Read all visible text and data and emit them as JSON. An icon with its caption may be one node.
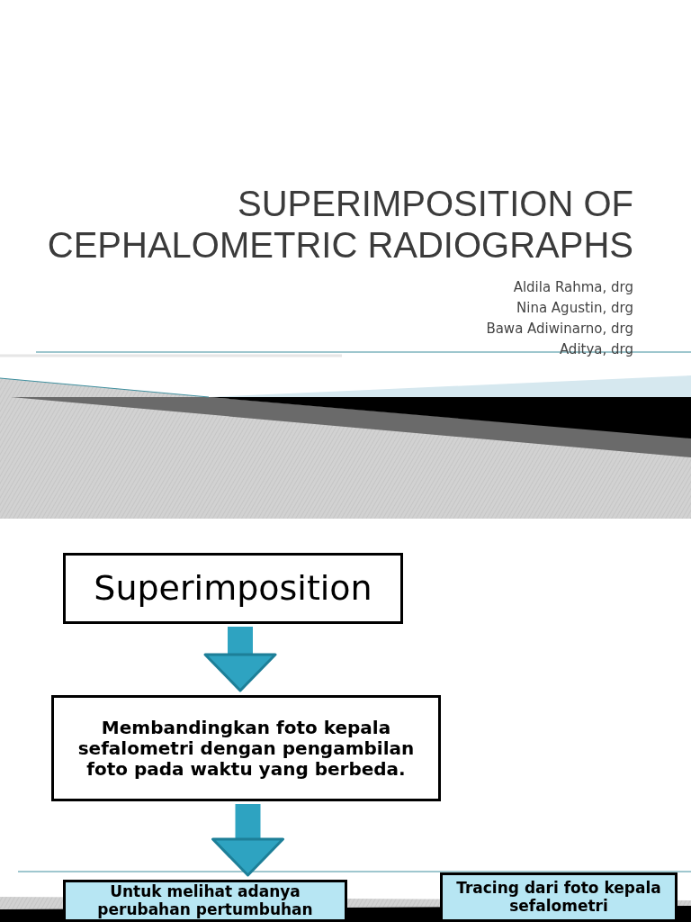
{
  "diagram": {
    "title": "SUPERIMPOSITION OF CEPHALOMETRIC RADIOGRAPHS",
    "nodes": [
      {
        "text": [
          "Superimposition"
        ]
      },
      {
        "text": [
          "Membandingkan foto kepala sefalometri dengan pengambilan foto pada waktu yang berbeda."
        ]
      },
      {
        "text": [
          "Untuk melihat adanya perubahan pertumbuhan"
        ]
      },
      {
        "text": [
          "Tracing dari foto kepala sefalometri"
        ]
      }
    ],
    "edges": [
      {
        "from": 0,
        "to": 1,
        "arrow": "to"
      },
      {
        "from": 1,
        "to": 2,
        "arrow": "to"
      }
    ],
    "labels": [
      "Aldila Rahma, drg",
      "Nina Agustin, drg",
      "Bawa Adiwinarno, drg",
      "Aditya, drg"
    ]
  }
}
